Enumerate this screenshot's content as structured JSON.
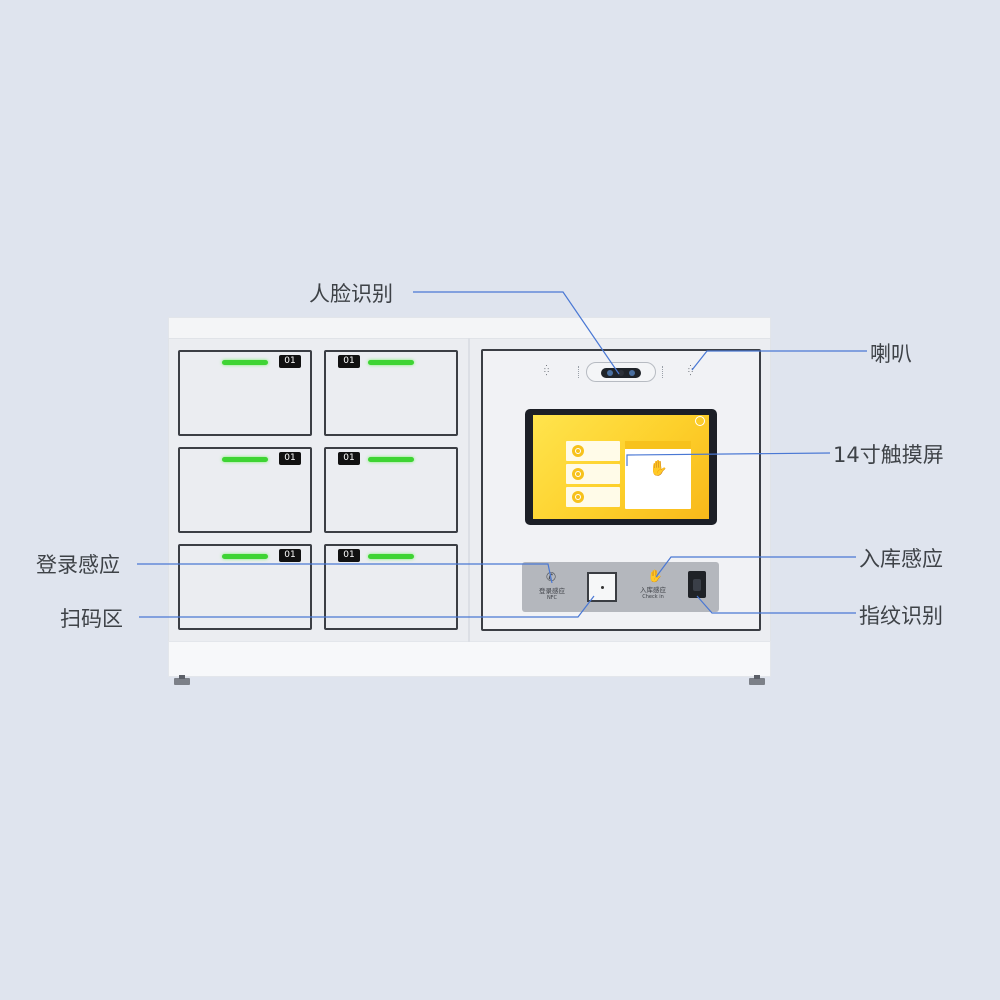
{
  "colors": {
    "background": "#dfe4ee",
    "leader_line": "#4a78d4",
    "indicator_green": "#3ed433",
    "screen_yellow": "#fdd02b",
    "label_text": "#3e4247"
  },
  "lockers": [
    {
      "number": "01"
    },
    {
      "number": "01"
    },
    {
      "number": "01"
    },
    {
      "number": "01"
    },
    {
      "number": "01"
    },
    {
      "number": "01"
    }
  ],
  "control_panel": {
    "login_label": "登录感应",
    "login_sub": "NFC",
    "checkin_label": "入库感应",
    "checkin_sub": "Check in",
    "nfc_icon": "nfc-wave-icon",
    "checkin_icon": "hand-card-icon"
  },
  "callouts": {
    "face": "人脸识别",
    "speaker": "喇叭",
    "touchscreen": "14寸触摸屏",
    "login_sensor": "登录感应",
    "checkin_sensor": "入库感应",
    "scan_area": "扫码区",
    "fingerprint": "指纹识别"
  }
}
